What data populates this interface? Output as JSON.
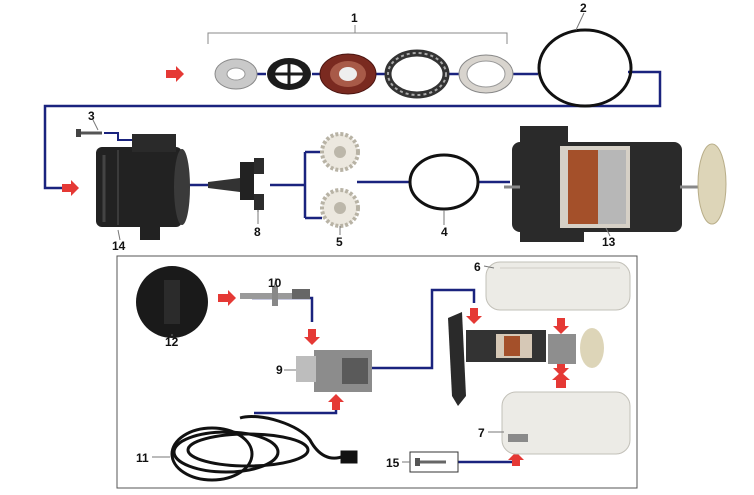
{
  "diagram": {
    "callouts": {
      "c1": "1",
      "c2": "2",
      "c3": "3",
      "c4": "4",
      "c5": "5",
      "c6": "6",
      "c7": "7",
      "c8": "8",
      "c9": "9",
      "c10": "10",
      "c11": "11",
      "c12": "12",
      "c13": "13",
      "c14": "14",
      "c15": "15"
    },
    "colors": {
      "connector": "#1a237e",
      "arrow": "#e53935",
      "part_dark": "#1c1c1c",
      "part_white": "#ecebe6",
      "part_metal": "#c8c8c8",
      "copper": "#a4502a"
    }
  }
}
